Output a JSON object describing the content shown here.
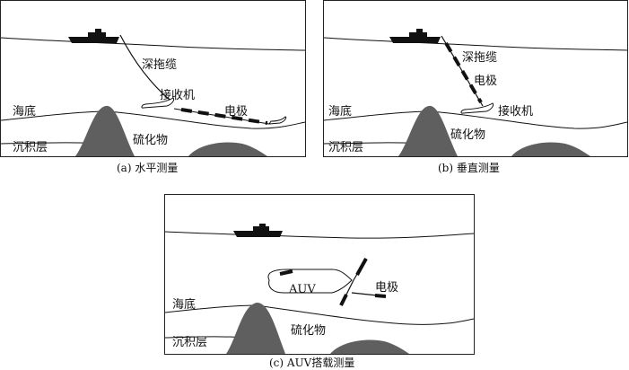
{
  "panel_a": {
    "labels": {
      "cable": "深拖缆",
      "receiver": "接收机",
      "electrode": "电极",
      "seafloor": "海底",
      "sediment": "沉积层",
      "sulfide": "硫化物"
    },
    "caption": "(a) 水平测量"
  },
  "panel_b": {
    "labels": {
      "cable": "深拖缆",
      "electrode": "电极",
      "receiver": "接收机",
      "seafloor": "海底",
      "sediment": "沉积层",
      "sulfide": "硫化物"
    },
    "caption": "(b) 垂直测量"
  },
  "panel_c": {
    "labels": {
      "auv": "AUV",
      "electrode": "电极",
      "seafloor": "海底",
      "sediment": "沉积层",
      "sulfide": "硫化物"
    },
    "caption": "(c) AUV搭载测量"
  },
  "colors": {
    "rock": "#5f5f5f",
    "line": "#111111"
  }
}
